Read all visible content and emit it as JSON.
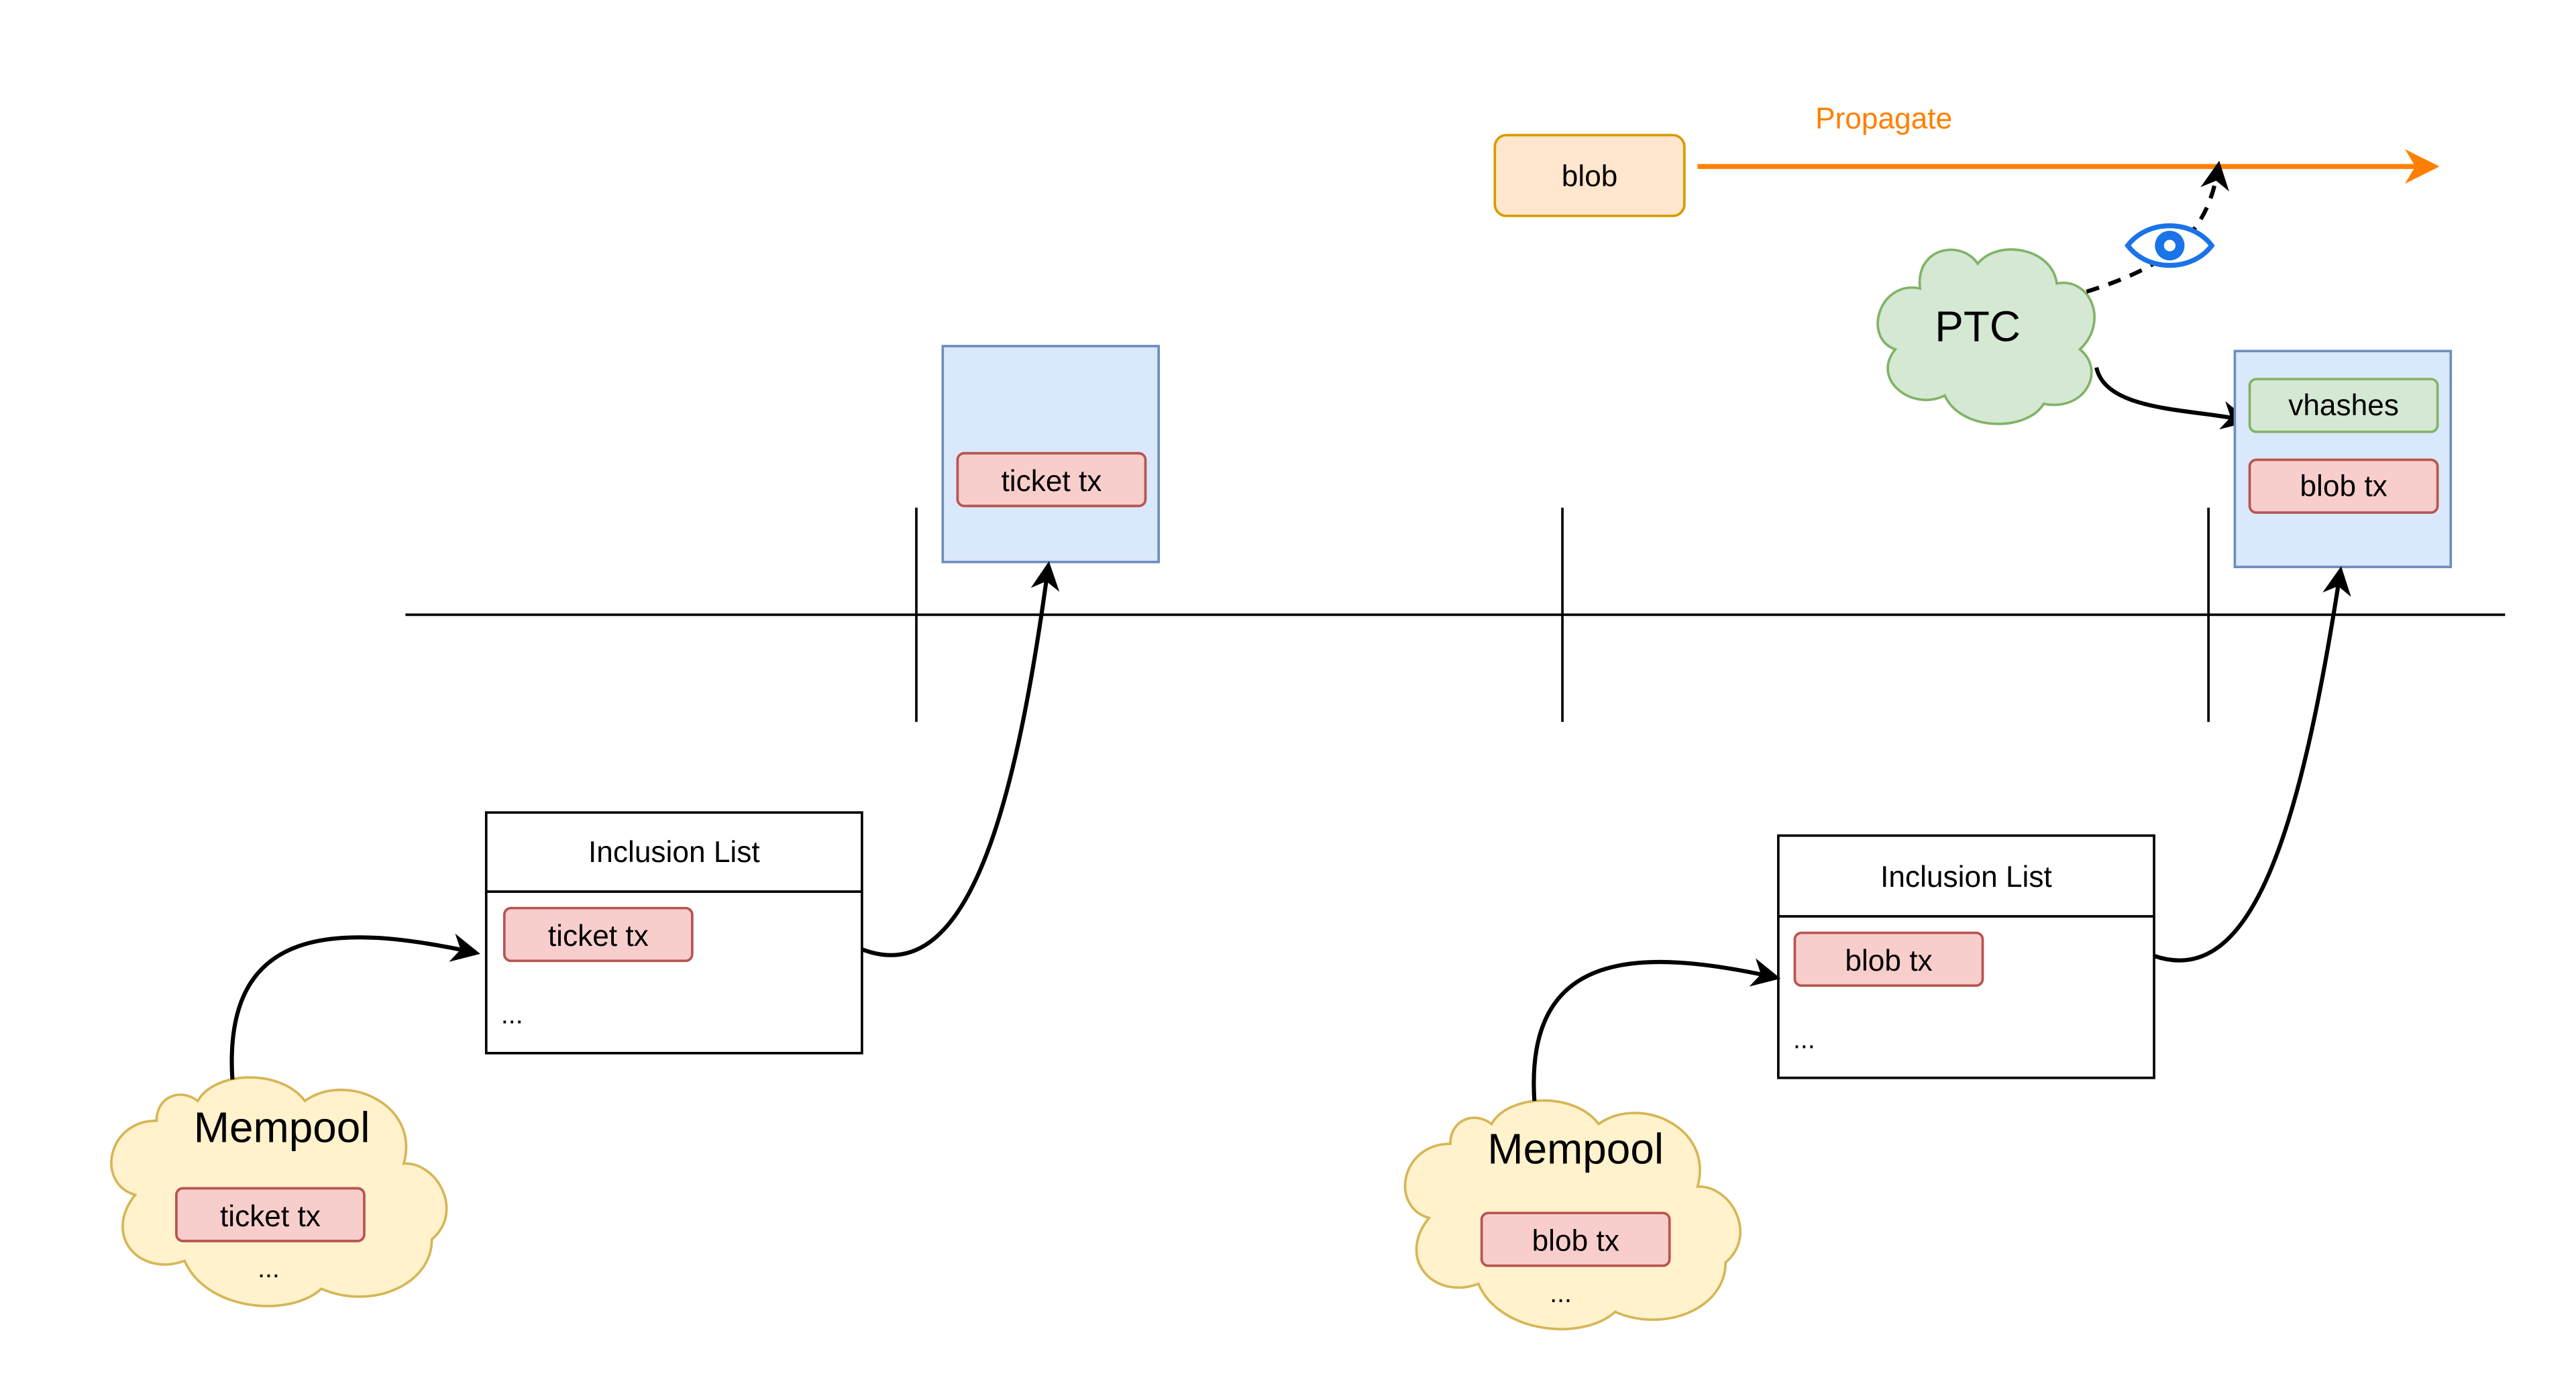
{
  "colors": {
    "line": "#000000",
    "orange_stroke": "#d79b00",
    "orange_fill": "#ffe6cc",
    "arrow_orange": "#ff8000",
    "blue_fill": "#dae8fc",
    "blue_stroke": "#6c8ebf",
    "red_fill": "#f8cecc",
    "red_stroke": "#b85450",
    "green_fill": "#d5e8d4",
    "green_stroke": "#82b366",
    "yellow_fill": "#fff2cc",
    "yellow_stroke": "#d6b656",
    "eye_blue": "#1a73e8"
  },
  "top": {
    "blob_label": "blob",
    "propagate_label": "Propagate",
    "ptc_label": "PTC",
    "eye_icon": "eye-icon"
  },
  "block1": {
    "item": "ticket tx"
  },
  "block2": {
    "vhashes": "vhashes",
    "item": "blob tx"
  },
  "inclusion_list_1": {
    "title": "Inclusion List",
    "item": "ticket tx",
    "more": "..."
  },
  "inclusion_list_2": {
    "title": "Inclusion List",
    "item": "blob tx",
    "more": "..."
  },
  "mempool_1": {
    "title": "Mempool",
    "item": "ticket tx",
    "more": "..."
  },
  "mempool_2": {
    "title": "Mempool",
    "item": "blob tx",
    "more": "..."
  }
}
